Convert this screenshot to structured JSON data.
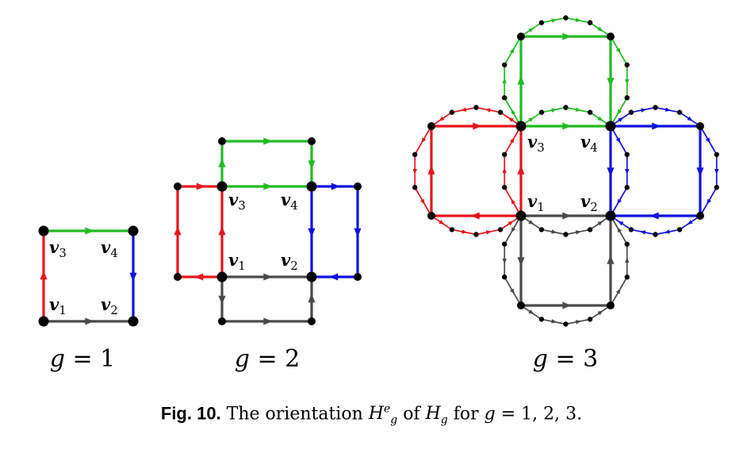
{
  "colors": {
    "red": "#e8141c",
    "green": "#22bb22",
    "blue": "#1111e0",
    "gray": "#4a4a4a",
    "black": "#000000"
  },
  "vertex_labels": {
    "v1": {
      "base": "v",
      "sub": "1"
    },
    "v2": {
      "base": "v",
      "sub": "2"
    },
    "v3": {
      "base": "v",
      "sub": "3"
    },
    "v4": {
      "base": "v",
      "sub": "4"
    }
  },
  "graphs": [
    {
      "g_var": "g",
      "eq": " = ",
      "value": "1"
    },
    {
      "g_var": "g",
      "eq": " = ",
      "value": "2"
    },
    {
      "g_var": "g",
      "eq": " = ",
      "value": "3"
    }
  ],
  "caption": {
    "label": "Fig. 10.",
    "text1": " The orientation ",
    "sym": "H",
    "sup": "e",
    "sub": "g",
    "text2": " of ",
    "sym2": "H",
    "sub2": "g",
    "text3": " for ",
    "gvar": "g",
    "rest": " = 1, 2, 3."
  }
}
